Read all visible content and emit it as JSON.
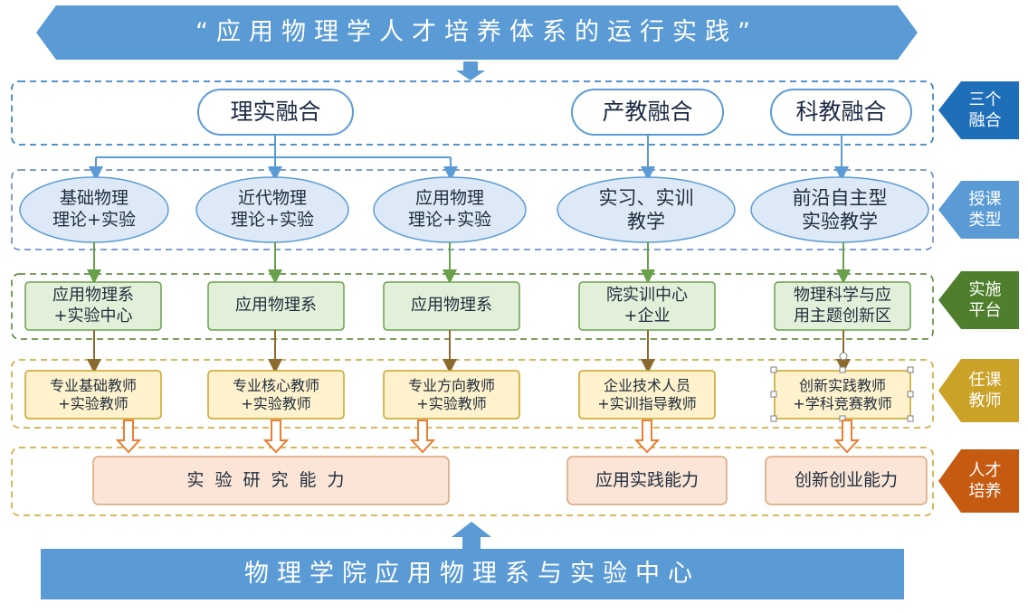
{
  "title": "“应用物理学人才培养体系的运行实践”",
  "footer": "物理学院应用物理系与实验中心",
  "side_labels": [
    {
      "text": "三个\n融合",
      "color": "#1f6fb8"
    },
    {
      "text": "授课\n类型",
      "color": "#5b9bd5"
    },
    {
      "text": "实施\n平台",
      "color": "#4f7f2c"
    },
    {
      "text": "任课\n教师",
      "color": "#c9a227"
    },
    {
      "text": "人才\n培养",
      "color": "#c55a11"
    }
  ],
  "fusions": [
    "理实融合",
    "产教融合",
    "科教融合"
  ],
  "course_types": [
    "基础物理\n理论+实验",
    "近代物理\n理论+实验",
    "应用物理\n理论+实验",
    "实习、实训\n教学",
    "前沿自主型\n实验教学"
  ],
  "platforms": [
    "应用物理系\n+实验中心",
    "应用物理系",
    "应用物理系",
    "院实训中心\n+企业",
    "物理科学与应\n用主题创新区"
  ],
  "teachers": [
    "专业基础教师\n+实验教师",
    "专业核心教师\n+实验教师",
    "专业方向教师\n+实验教师",
    "企业技术人员\n+实训指导教师",
    "创新实践教师\n+学科竞赛教师"
  ],
  "abilities": [
    "实验研究能力",
    "应用实践能力",
    "创新创业能力"
  ],
  "colors": {
    "title_fill": "#5b9bd5",
    "footer_fill": "#5b9bd5",
    "course_fill": "#dde9f6",
    "platform_fill": "#e2efd9",
    "teacher_fill": "#fff2cc",
    "ability_fill": "#fbe5d6",
    "connector_blue": "#5b9bd5",
    "connector_green": "#6aa04a",
    "connector_brown": "#8c6a2e",
    "arrow_orange": "#ed7d31"
  }
}
